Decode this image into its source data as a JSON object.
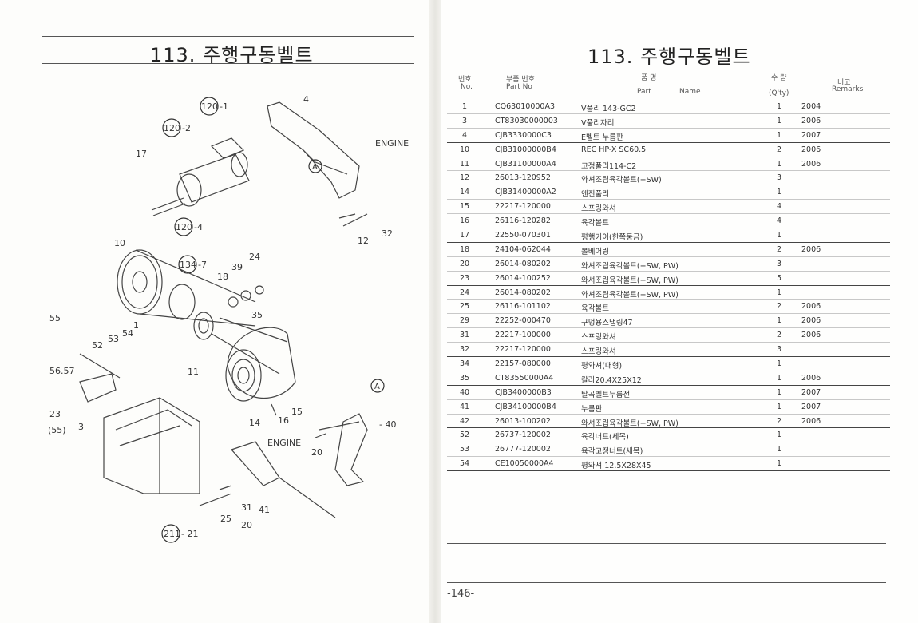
{
  "left": {
    "title": "113. 주행구동벨트",
    "callouts": {
      "c1": "120",
      "c1s": "-1",
      "c2": "120",
      "c2s": "-2",
      "c3": "120",
      "c3s": "-4",
      "c4": "134",
      "c4s": "-7",
      "c5": "211",
      "c5s": "- 21",
      "n4": "4",
      "n17": "17",
      "n10": "10",
      "n18": "18",
      "n39": "39",
      "n24": "24",
      "n35": "35",
      "n55a": "55",
      "n5657": "56.57",
      "n52": "52",
      "n53": "53",
      "n54": "54",
      "n1": "1",
      "n11": "11",
      "n14": "14",
      "n15": "15",
      "n16": "16",
      "n23": "23",
      "n55b": "(55)",
      "n3": "3",
      "n20a": "20",
      "n25": "25",
      "n31": "31",
      "n41": "41",
      "n20b": "20",
      "n40": "- 40",
      "n12": "12",
      "n32": "32",
      "engine1": "ENGINE",
      "engine2": "ENGINE",
      "A1": "A",
      "A2": "A"
    }
  },
  "right": {
    "title": "113. 주행구동벨트",
    "headers": {
      "no_ko": "번호",
      "no_en": "No.",
      "part_ko": "부품 번호",
      "part_en": "Part No",
      "name_ko": "품 명",
      "name_part": "Part",
      "name_name": "Name",
      "qty_ko": "수 량",
      "qty_en": "(Q'ty)",
      "rem_ko": "비고",
      "rem_en": "Remarks"
    },
    "rows": [
      {
        "no": "1",
        "part": "CQ63010000A3",
        "name": "V풀리 143-GC2",
        "qty": "1",
        "rem": "2004"
      },
      {
        "no": "3",
        "part": "CT83030000003",
        "name": "V풀리자리",
        "qty": "1",
        "rem": "2006"
      },
      {
        "no": "4",
        "part": "CJB3330000C3",
        "name": "E벨트 누름판",
        "qty": "1",
        "rem": "2007"
      },
      {
        "no": "10",
        "part": "CJB31000000B4",
        "name": "REC HP-X SC60.5",
        "qty": "2",
        "rem": "2006"
      },
      {
        "no": "11",
        "part": "CJB31100000A4",
        "name": "고정풀리114-C2",
        "qty": "1",
        "rem": "2006"
      },
      {
        "no": "12",
        "part": "26013-120952",
        "name": "와셔조립육각볼트(+SW)",
        "qty": "3",
        "rem": ""
      },
      {
        "no": "14",
        "part": "CJB31400000A2",
        "name": "엔진풀리",
        "qty": "1",
        "rem": ""
      },
      {
        "no": "15",
        "part": "22217-120000",
        "name": "스프링와셔",
        "qty": "4",
        "rem": ""
      },
      {
        "no": "16",
        "part": "26116-120282",
        "name": "육각볼트",
        "qty": "4",
        "rem": ""
      },
      {
        "no": "17",
        "part": "22550-070301",
        "name": "평행키이(한쪽둥금)",
        "qty": "1",
        "rem": ""
      },
      {
        "no": "18",
        "part": "24104-062044",
        "name": "볼베어링",
        "qty": "2",
        "rem": "2006"
      },
      {
        "no": "20",
        "part": "26014-080202",
        "name": "와셔조립육각볼트(+SW, PW)",
        "qty": "3",
        "rem": ""
      },
      {
        "no": "23",
        "part": "26014-100252",
        "name": "와셔조립육각볼트(+SW, PW)",
        "qty": "5",
        "rem": ""
      },
      {
        "no": "24",
        "part": "26014-080202",
        "name": "와셔조립육각볼트(+SW, PW)",
        "qty": "1",
        "rem": ""
      },
      {
        "no": "25",
        "part": "26116-101102",
        "name": "육각볼트",
        "qty": "2",
        "rem": "2006"
      },
      {
        "no": "29",
        "part": "22252-000470",
        "name": "구멍용스냅링47",
        "qty": "1",
        "rem": "2006"
      },
      {
        "no": "31",
        "part": "22217-100000",
        "name": "스프링와셔",
        "qty": "2",
        "rem": "2006"
      },
      {
        "no": "32",
        "part": "22217-120000",
        "name": "스프링와셔",
        "qty": "3",
        "rem": ""
      },
      {
        "no": "34",
        "part": "22157-080000",
        "name": "평와셔(대형)",
        "qty": "1",
        "rem": ""
      },
      {
        "no": "35",
        "part": "CT83550000A4",
        "name": "칼라20.4X25X12",
        "qty": "1",
        "rem": "2006"
      },
      {
        "no": "40",
        "part": "CJB3400000B3",
        "name": "탈곡벨트누름전",
        "qty": "1",
        "rem": "2007"
      },
      {
        "no": "41",
        "part": "CJB34100000B4",
        "name": "누름판",
        "qty": "1",
        "rem": "2007"
      },
      {
        "no": "42",
        "part": "26013-100202",
        "name": "와셔조립육각볼트(+SW, PW)",
        "qty": "2",
        "rem": "2006"
      },
      {
        "no": "52",
        "part": "26737-120002",
        "name": "육각너트(세목)",
        "qty": "1",
        "rem": ""
      },
      {
        "no": "53",
        "part": "26777-120002",
        "name": "육각고정너트(세목)",
        "qty": "1",
        "rem": ""
      },
      {
        "no": "54",
        "part": "CE10050000A4",
        "name": "평와셔 12.5X28X45",
        "qty": "1",
        "rem": ""
      }
    ],
    "page_number": "-146-"
  }
}
